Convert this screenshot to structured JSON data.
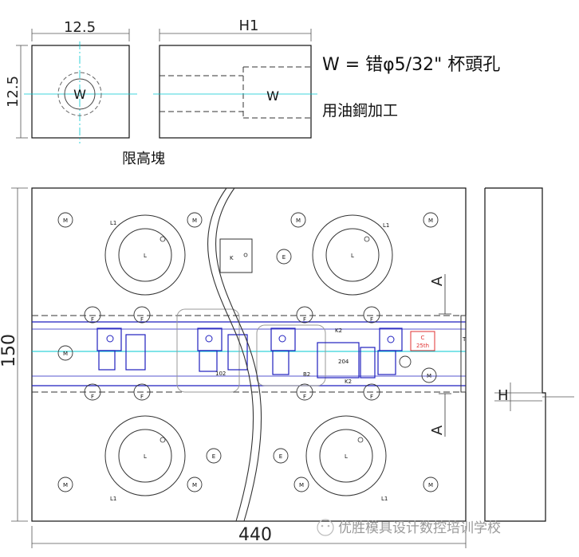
{
  "top_left_block": {
    "width_dim": "12.5",
    "height_dim": "12.5",
    "center_mark": "W",
    "caption": "限高塊"
  },
  "top_right_block": {
    "width_dim": "H1",
    "pocket_mark": "W"
  },
  "notes": {
    "line1": "W = 错φ5/32\" 杯頭孔",
    "line2": "用油鋼加工"
  },
  "main_view": {
    "height_dim": "150",
    "width_dim": "440",
    "section_a_top": "A",
    "section_a_bottom": "A",
    "labels": {
      "l1_top_left": "L1",
      "l1_top_right": "L1",
      "l1_bottom_left": "L1",
      "l1_bottom_right": "L1",
      "l": "L",
      "m": "M",
      "e": "E",
      "k": "K",
      "f": "F",
      "k2_top": "K2",
      "k2_bottom": "K2",
      "b2": "B2",
      "num_204": "204",
      "num_102": "102",
      "t": "T",
      "red_box_top": "C",
      "red_box_bottom": "25th"
    }
  },
  "side_view": {
    "step_dim": "H"
  },
  "watermark": "优胜模具设计数控培训学校"
}
